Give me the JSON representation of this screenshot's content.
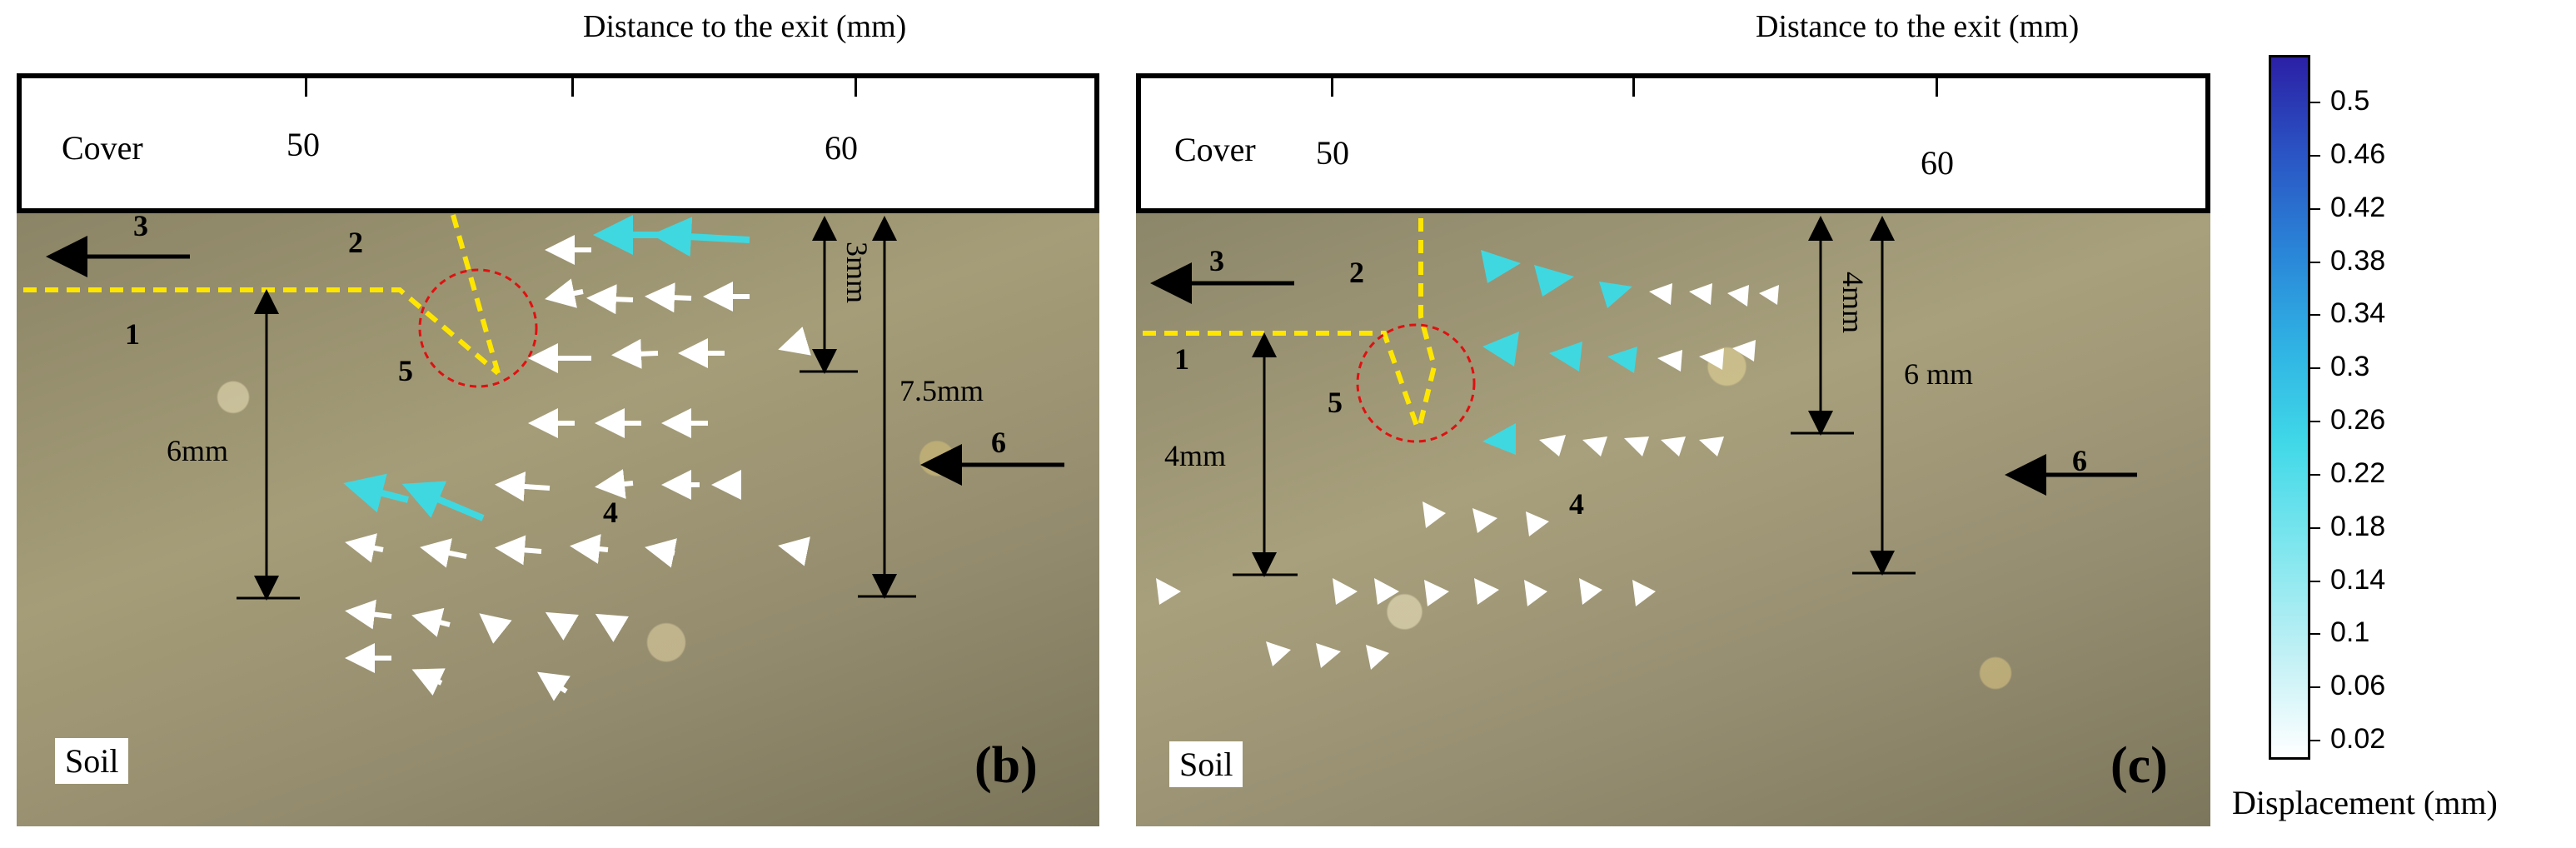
{
  "panels": {
    "b": {
      "axis_title": "Distance to the exit (mm)",
      "cover_label": "Cover",
      "ticks": [
        "50",
        "60"
      ],
      "soil_label": "Soil",
      "panel_letter": "(b)",
      "numbers": [
        "1",
        "2",
        "3",
        "4",
        "5",
        "6"
      ],
      "dims": [
        "3mm",
        "7.5mm",
        "6mm"
      ]
    },
    "c": {
      "axis_title": "Distance to the exit (mm)",
      "cover_label": "Cover",
      "ticks": [
        "50",
        "60"
      ],
      "soil_label": "Soil",
      "panel_letter": "(c)",
      "numbers": [
        "1",
        "2",
        "3",
        "4",
        "5",
        "6"
      ],
      "dims": [
        "4mm",
        "6 mm",
        "4mm"
      ]
    }
  },
  "colorbar": {
    "title": "Displacement (mm)",
    "labels": [
      "0.5",
      "0.46",
      "0.42",
      "0.38",
      "0.34",
      "0.3",
      "0.26",
      "0.22",
      "0.18",
      "0.14",
      "0.1",
      "0.06",
      "0.02"
    ],
    "colors": {
      "low": "#ffffff",
      "mid": "#40d8e8",
      "high": "#2b20a6"
    }
  },
  "colors": {
    "boundary_line": "#ffe600",
    "circle": "#e01010",
    "arrow_white": "#ffffff",
    "arrow_cyan": "#3fd8e0"
  }
}
